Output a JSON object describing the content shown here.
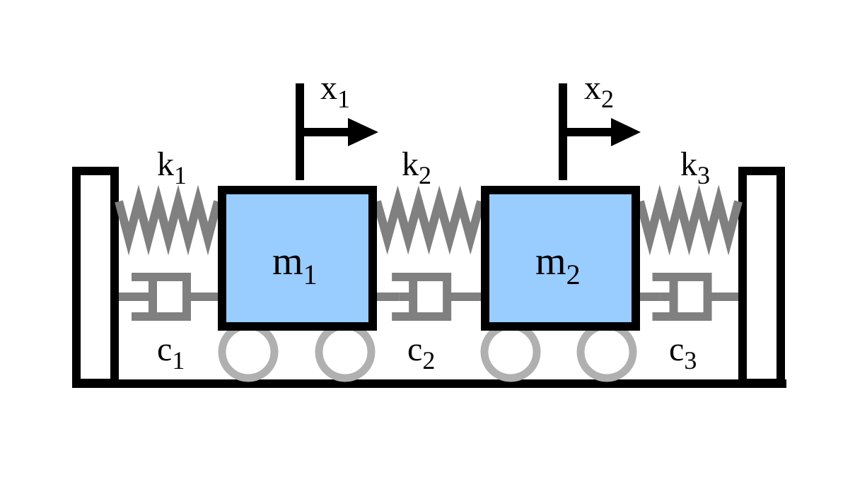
{
  "colors": {
    "mass_fill": "#99CCFF",
    "outline": "#000000",
    "spring": "#808080",
    "wheel": "#B0B0B0"
  },
  "masses": [
    {
      "label": "m",
      "sub": "1"
    },
    {
      "label": "m",
      "sub": "2"
    }
  ],
  "springs": [
    {
      "label": "k",
      "sub": "1"
    },
    {
      "label": "k",
      "sub": "2"
    },
    {
      "label": "k",
      "sub": "3"
    }
  ],
  "dampers": [
    {
      "label": "c",
      "sub": "1"
    },
    {
      "label": "c",
      "sub": "2"
    },
    {
      "label": "c",
      "sub": "3"
    }
  ],
  "displacements": [
    {
      "label": "x",
      "sub": "1"
    },
    {
      "label": "x",
      "sub": "2"
    }
  ]
}
